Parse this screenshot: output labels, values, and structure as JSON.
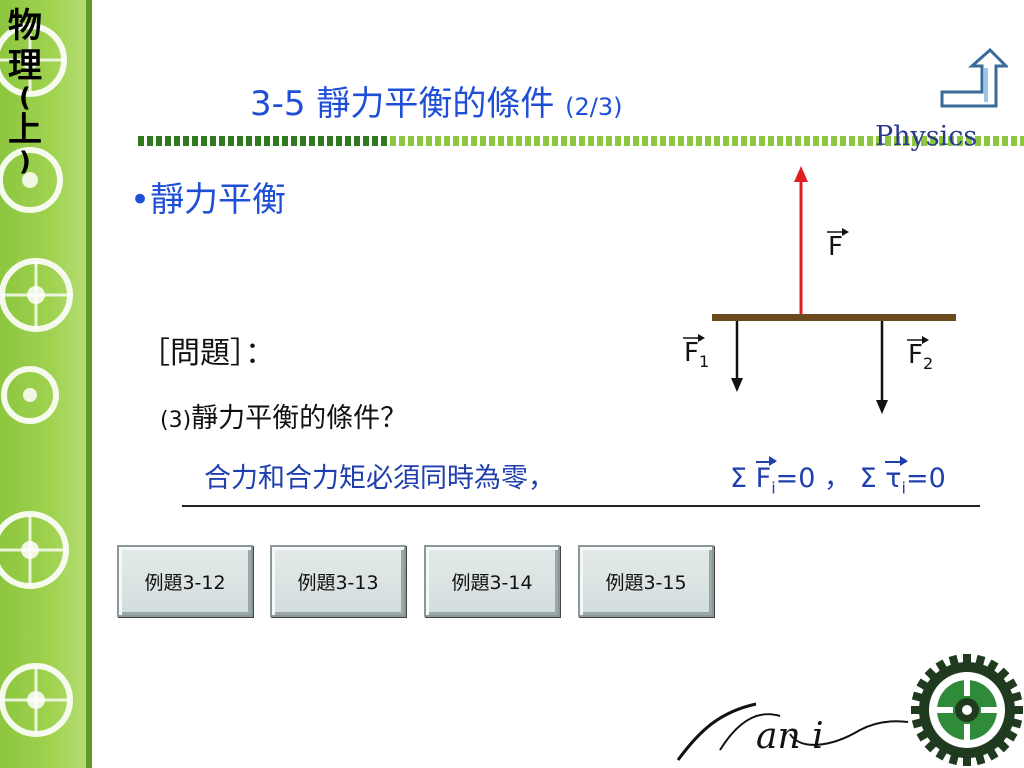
{
  "sidebar": {
    "vertical_title_chars": [
      "物",
      "理",
      "(",
      "上",
      ")"
    ]
  },
  "header": {
    "title_main": "3-5 靜力平衡的條件 ",
    "title_sub": "(2/3)",
    "brand_label": "Physics",
    "return_icon": "return-arrow-icon"
  },
  "content": {
    "bullet": "•",
    "heading": "靜力平衡",
    "question_label": "［問題］：",
    "question_number": "(3)",
    "question": "靜力平衡的條件？",
    "answer": "合力和合力矩必須同時為零，",
    "formula": {
      "sigma1": "Σ",
      "F": "F",
      "sub_i1": "i",
      "eq1": "=0 ，",
      "sigma2": "Σ",
      "tau": "τ",
      "sub_i2": "i",
      "eq2": "=0"
    }
  },
  "diagram": {
    "force_F": "F",
    "force_F1": "F",
    "force_F1_sub": "1",
    "force_F2": "F",
    "force_F2_sub": "2",
    "colors": {
      "beam": "#6b4a1e",
      "upward_force": "#e02020",
      "downward_force": "#111111"
    }
  },
  "examples": [
    {
      "label": "例題3-12"
    },
    {
      "label": "例題3-13"
    },
    {
      "label": "例題3-14"
    },
    {
      "label": "例題3-15"
    }
  ],
  "footer": {
    "signature": "Nani",
    "gear_icon": "gear-icon"
  },
  "theme": {
    "title_blue": "#1f4fd6",
    "strip_green": "#8dc63f",
    "dash_dark_green": "#2f7a1f",
    "dash_light_green": "#8dc63f"
  }
}
